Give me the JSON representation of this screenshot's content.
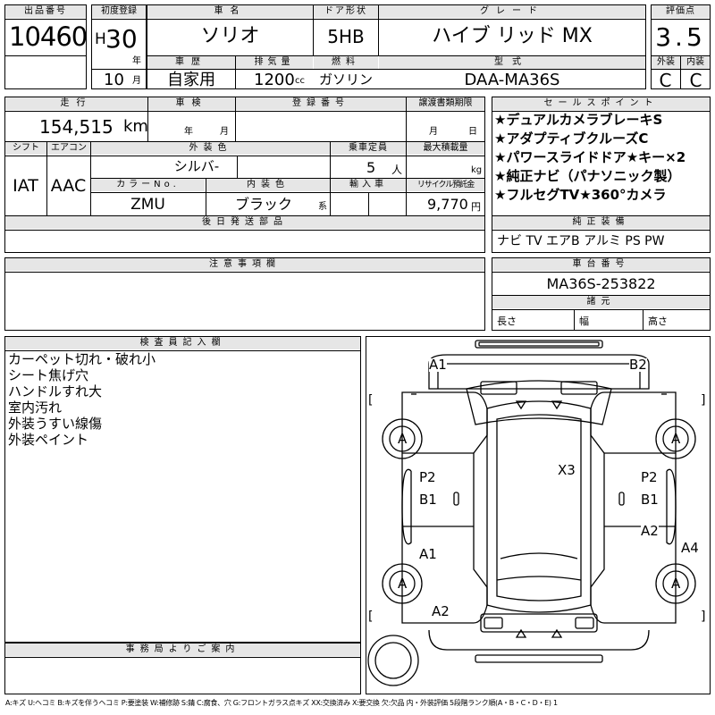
{
  "headers": {
    "lot_number": "出品番号",
    "first_registration": "初度登録",
    "car_name": "車名",
    "door_type": "ドア形状",
    "grade": "グレード",
    "score": "評価点",
    "vehicle_history": "車歴",
    "displacement": "排気量",
    "fuel": "燃料",
    "model_code": "型式",
    "exterior": "外装",
    "interior": "内装",
    "mileage": "走行",
    "inspection": "車検",
    "registration_number": "登録番号",
    "transfer_deadline": "譲渡書類期限",
    "sales_points": "セールスポイント",
    "shift": "シフト",
    "aircon": "エアコン",
    "exterior_color": "外装色",
    "capacity": "乗車定員",
    "max_load": "最大積載量",
    "color_no": "カラーNo.",
    "interior_color": "内装色",
    "import": "輸入車",
    "recycle_fee": "リサイクル預託金",
    "later_parts": "後日発送部品",
    "genuine_equipment": "純正装備",
    "notes": "注意事項欄",
    "chassis_number": "車台番号",
    "dimensions": "諸元",
    "inspector_notes": "検査員記入欄",
    "office_notice": "事務局よりご案内"
  },
  "vehicle": {
    "lot_number": "10460",
    "era_letter": "H",
    "year": "30",
    "year_unit": "年",
    "month": "10",
    "month_unit": "月",
    "car_name": "ソリオ",
    "door_type": "5HB",
    "grade": "ハイブ リッド MX",
    "score": "3.5",
    "vehicle_history": "自家用",
    "displacement": "1200",
    "displacement_unit": "cc",
    "fuel": "ガソリン",
    "model_code": "DAA-MA36S",
    "exterior_grade": "C",
    "interior_grade": "C",
    "mileage": "154,515",
    "mileage_unit": "km",
    "inspection_year_unit": "年",
    "inspection_month_unit": "月",
    "transfer_month_unit": "月",
    "transfer_day_unit": "日",
    "shift": "IAT",
    "aircon": "AAC",
    "exterior_color": "シルバ-",
    "capacity": "5",
    "capacity_unit": "人",
    "max_load_unit": "kg",
    "color_no": "ZMU",
    "interior_color": "ブラック",
    "interior_color_suffix": "系",
    "recycle_fee": "9,770",
    "recycle_fee_unit": "円",
    "chassis_number": "MA36S-253822",
    "length_label": "長さ",
    "width_label": "幅",
    "height_label": "高さ"
  },
  "sales_points": [
    "★デュアルカメラブレーキS",
    "★アダプティブクルーズC",
    "★パワースライドドア★キー×2",
    "★純正ナビ（パナソニック製）",
    "★フルセグTV★360°カメラ"
  ],
  "genuine_equipment": "ナビ TV エアB アルミ PS PW",
  "inspector_notes": [
    "カーペット切れ・破れ小",
    "シート焦げ穴",
    "ハンドルすれ大",
    "室内汚れ",
    "外装うすい線傷",
    "外装ペイント"
  ],
  "damage_marks": {
    "front_left": "A1",
    "front_right": "B2",
    "left_front_wheel": "A",
    "right_front_wheel": "A",
    "left_rear_wheel": "A",
    "right_rear_wheel": "A",
    "roof": "X3",
    "left_front_door_1": "P2",
    "left_front_door_2": "B1",
    "right_front_door_1": "P2",
    "right_front_door_2": "B1",
    "left_rear_door": "A1",
    "right_rear_door": "A2",
    "right_rear_quarter": "A4",
    "rear_left": "A2",
    "bracket_left_upper": "[",
    "bracket_right_upper": "]",
    "bracket_left_lower": "[",
    "bracket_right_lower": "]"
  },
  "legend": "A:キズ U:ヘコミ B:キズを伴うヘコミ P:要塗装 W:補修跡 S:錆 C:腐食、穴 G:フロントガラス点キズ XX:交換済み X:要交換 欠:欠品 内・外装評価 5段階ランク順(A・B・C・D・E) 1"
}
